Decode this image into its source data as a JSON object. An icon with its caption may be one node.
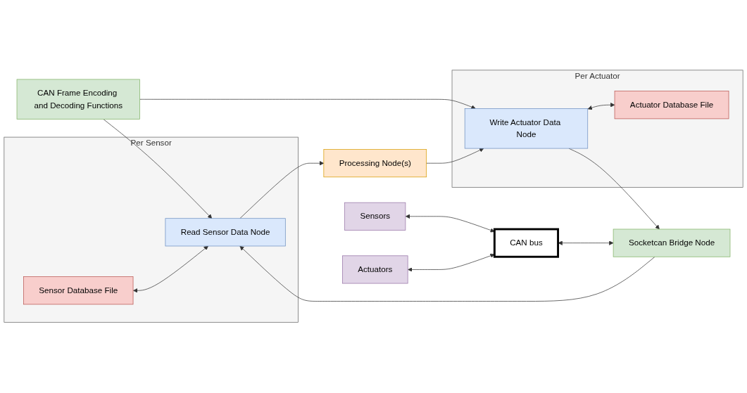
{
  "diagram": {
    "nodes": [
      {
        "text": [
          "Per Sensor"
        ]
      },
      {
        "text": [
          "Sensor Database File"
        ],
        "in": 0
      },
      {
        "text": [
          "Read Sensor Data Node"
        ],
        "in": 0
      },
      {
        "text": [
          "CAN bus"
        ]
      },
      {
        "text": [
          "Socketcan Bridge Node"
        ]
      },
      {
        "text": [
          "Processing Node(s)"
        ]
      },
      {
        "text": [
          "Sensors"
        ]
      },
      {
        "text": [
          "CAN Frame Encoding and Decoding Functions"
        ]
      },
      {
        "text": [
          "Per Actuator"
        ]
      },
      {
        "text": [
          "Write Actuator Data Node"
        ],
        "in": 8
      },
      {
        "text": [
          "Actuators"
        ]
      },
      {
        "text": [
          "Actuator Database File"
        ],
        "in": 8
      }
    ],
    "edges": [
      {
        "from": 6,
        "to": 3,
        "arrow": "both"
      },
      {
        "from": 10,
        "to": 3,
        "arrow": "both"
      },
      {
        "from": 3,
        "to": 4,
        "arrow": "both"
      },
      {
        "from": 4,
        "to": 2,
        "arrow": "to"
      },
      {
        "from": 7,
        "to": 2,
        "arrow": "to"
      },
      {
        "from": 7,
        "to": 9,
        "arrow": "to"
      },
      {
        "from": 9,
        "to": 4,
        "arrow": "to"
      },
      {
        "from": 1,
        "to": 2,
        "arrow": "both"
      },
      {
        "from": 2,
        "to": 5,
        "arrow": "to"
      },
      {
        "from": 5,
        "to": 9,
        "arrow": "to"
      },
      {
        "from": 9,
        "to": 11,
        "arrow": "both"
      }
    ]
  }
}
